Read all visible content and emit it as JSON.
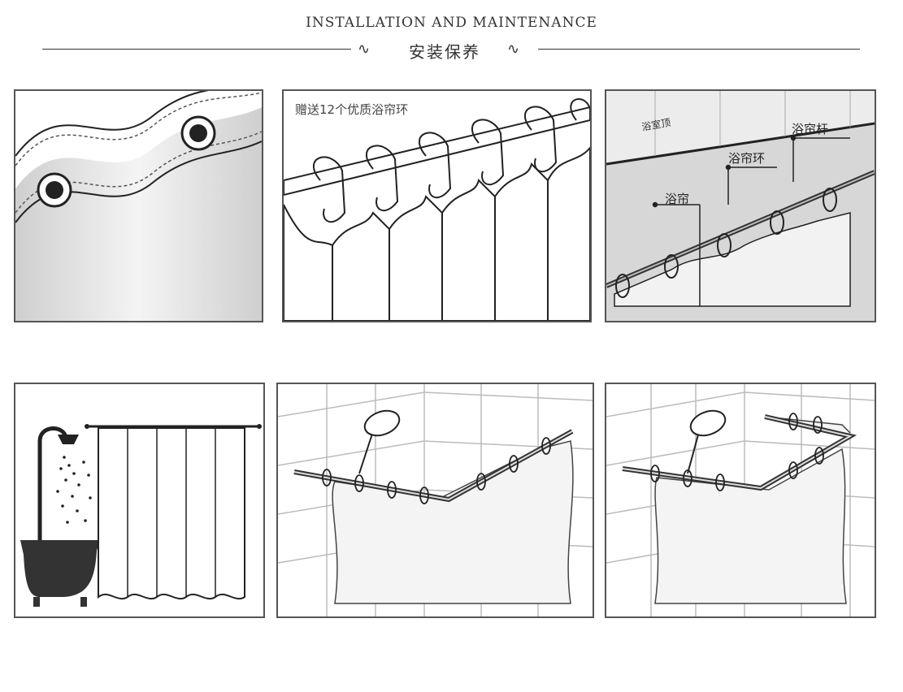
{
  "header": {
    "title_en": "INSTALLATION AND MAINTENANCE",
    "title_cn": "安装保养"
  },
  "panels": {
    "rings_caption": "赠送12个优质浴帘环",
    "labels": {
      "ceiling": "浴室顶",
      "rod": "浴帘杆",
      "ring": "浴帘环",
      "curtain": "浴帘"
    }
  },
  "colors": {
    "line": "#333333",
    "panel_border": "#555555",
    "fill_grey": "#bfbfbf",
    "tub": "#333333"
  }
}
